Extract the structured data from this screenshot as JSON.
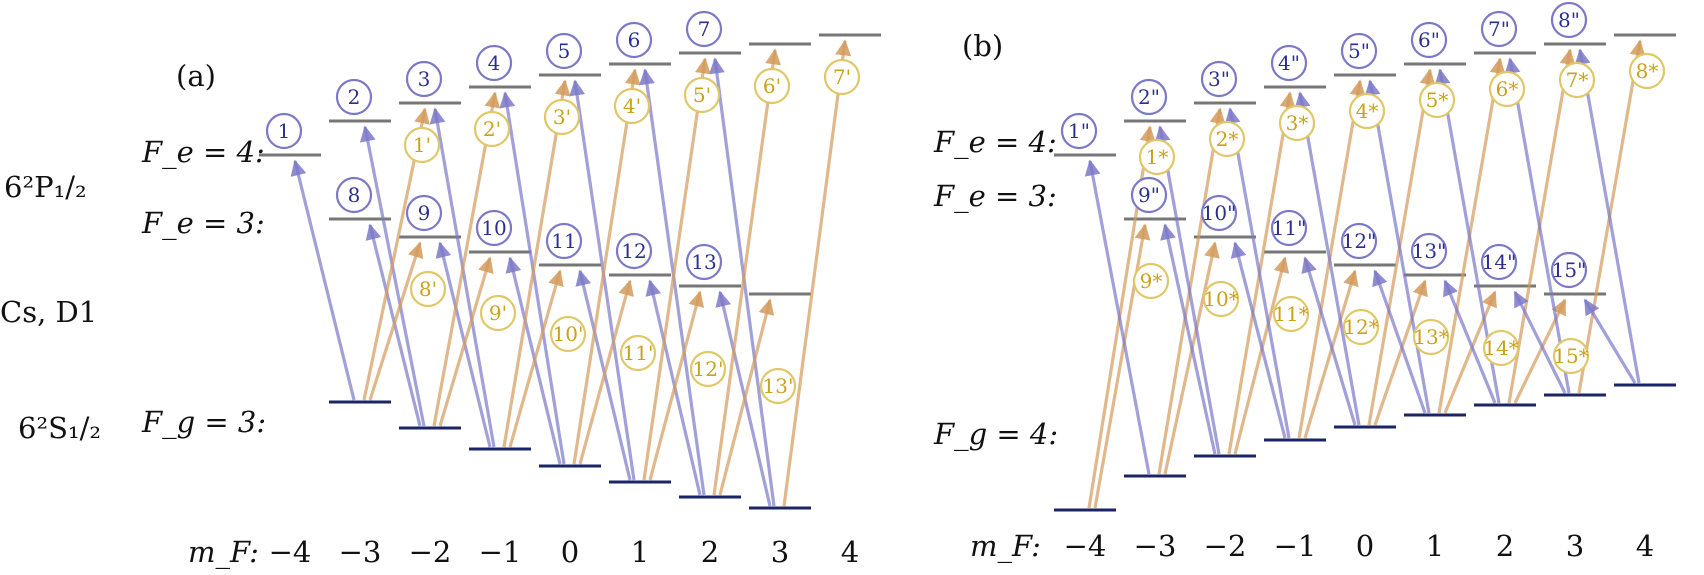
{
  "colors": {
    "purple": "#7b78c8",
    "orange": "#d49a5a",
    "blue_text": "#2b2f8f",
    "gold_text": "#c8a21a",
    "ground": "#1b2466",
    "excited": "#777777"
  },
  "left_titles": {
    "p_state": "6²P₁/₂",
    "d1": "Cs,  D1",
    "s_state": "6²S₁/₂"
  },
  "panel_a": {
    "label": "(a)",
    "fe4": "F_e = 4:",
    "fe3": "F_e = 3:",
    "fg": "F_g = 3:",
    "blue_labels": [
      "1",
      "2",
      "3",
      "4",
      "5",
      "6",
      "7",
      "8",
      "9",
      "10",
      "11",
      "12",
      "13"
    ],
    "gold_labels": [
      "1'",
      "2'",
      "3'",
      "4'",
      "5'",
      "6'",
      "7'",
      "8'",
      "9'",
      "10'",
      "11'",
      "12'",
      "13'"
    ]
  },
  "panel_b": {
    "label": "(b)",
    "fe4": "F_e = 4:",
    "fe3": "F_e = 3:",
    "fg": "F_g = 4:",
    "blue_labels": [
      "1\"",
      "2\"",
      "3\"",
      "4\"",
      "5\"",
      "6\"",
      "7\"",
      "8\"",
      "9\"",
      "10\"",
      "11\"",
      "12\"",
      "13\"",
      "14\"",
      "15\""
    ],
    "gold_labels": [
      "1*",
      "2*",
      "3*",
      "4*",
      "5*",
      "6*",
      "7*",
      "8*",
      "9*",
      "10*",
      "11*",
      "12*",
      "13*",
      "14*",
      "15*"
    ]
  },
  "mf_axis": {
    "label": "m_F:",
    "ticks": [
      "−4",
      "−3",
      "−2",
      "−1",
      "0",
      "1",
      "2",
      "3",
      "4"
    ]
  }
}
